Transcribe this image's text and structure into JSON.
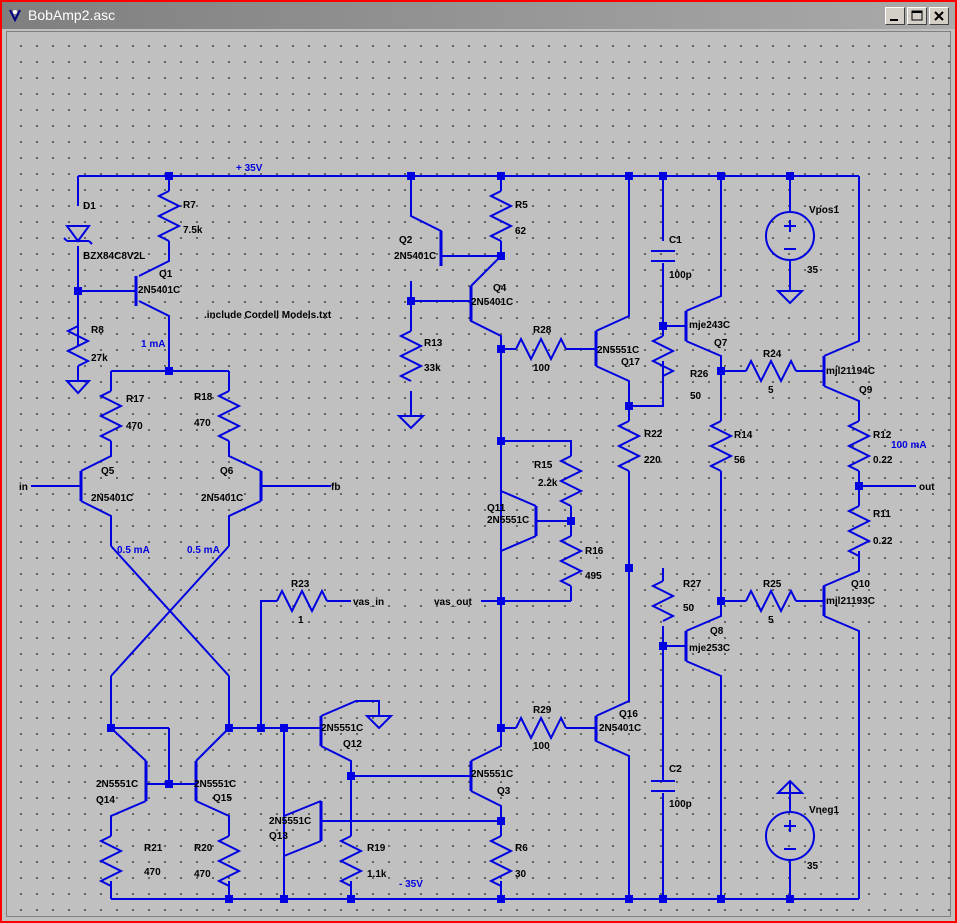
{
  "window": {
    "title": "BobAmp2.asc",
    "controls": [
      "minimize",
      "maximize",
      "close"
    ],
    "app_icon": "ltspice-icon"
  },
  "colors": {
    "wire": "#0000e0",
    "background": "#c0c0c0",
    "frame": "#ff0000"
  },
  "schematic": {
    "nets": {
      "vpos": "+ 35V",
      "vneg": "- 35V",
      "in": "in",
      "fb": "fb",
      "out": "out",
      "vas_in": "vas_in",
      "vas_out_left": "vas_out"
    },
    "directive": ".include Cordell Models.txt",
    "annotations": {
      "i1": "1 mA",
      "i2": "0.5 mA",
      "i3": "0.5 mA",
      "i4": "100 mA"
    },
    "components": {
      "D1": {
        "ref": "D1",
        "value": "BZX84C8V2L"
      },
      "Q1": {
        "ref": "Q1",
        "value": "2N5401C"
      },
      "Q2": {
        "ref": "Q2",
        "value": "2N5401C"
      },
      "Q3": {
        "ref": "Q3",
        "value": "2N5551C"
      },
      "Q4": {
        "ref": "Q4",
        "value": "2N5401C"
      },
      "Q5": {
        "ref": "Q5",
        "value": "2N5401C"
      },
      "Q6": {
        "ref": "Q6",
        "value": "2N5401C"
      },
      "Q7": {
        "ref": "Q7",
        "value": "mje243C"
      },
      "Q8": {
        "ref": "Q8",
        "value": "mje253C"
      },
      "Q9": {
        "ref": "Q9",
        "value": "mjl21194C"
      },
      "Q10": {
        "ref": "Q10",
        "value": "mjl21193C"
      },
      "Q11": {
        "ref": "Q11",
        "value": "2N5551C"
      },
      "Q12": {
        "ref": "Q12",
        "value": "2N5551C"
      },
      "Q13": {
        "ref": "Q13",
        "value": "2N5551C"
      },
      "Q14": {
        "ref": "Q14",
        "value": "2N5551C"
      },
      "Q15": {
        "ref": "Q15",
        "value": "2N5551C"
      },
      "Q16": {
        "ref": "Q16",
        "value": "2N5401C"
      },
      "Q17": {
        "ref": "Q17",
        "value": "2N5551C"
      },
      "R5": {
        "ref": "R5",
        "value": "62"
      },
      "R6": {
        "ref": "R6",
        "value": "30"
      },
      "R7": {
        "ref": "R7",
        "value": "7.5k"
      },
      "R8": {
        "ref": "R8",
        "value": "27k"
      },
      "R11": {
        "ref": "R11",
        "value": "0.22"
      },
      "R12": {
        "ref": "R12",
        "value": "0.22"
      },
      "R13": {
        "ref": "R13",
        "value": "33k"
      },
      "R14": {
        "ref": "R14",
        "value": "56"
      },
      "R15": {
        "ref": "R15",
        "value": "2.2k"
      },
      "R16": {
        "ref": "R16",
        "value": "495"
      },
      "R17": {
        "ref": "R17",
        "value": "470"
      },
      "R18": {
        "ref": "R18",
        "value": "470"
      },
      "R19": {
        "ref": "R19",
        "value": "1.1k"
      },
      "R20": {
        "ref": "R20",
        "value": "470"
      },
      "R21": {
        "ref": "R21",
        "value": "470"
      },
      "R22": {
        "ref": "R22",
        "value": "220"
      },
      "R23": {
        "ref": "R23",
        "value": "1"
      },
      "R24": {
        "ref": "R24",
        "value": "5"
      },
      "R25": {
        "ref": "R25",
        "value": "5"
      },
      "R26": {
        "ref": "R26",
        "value": "50"
      },
      "R27": {
        "ref": "R27",
        "value": "50"
      },
      "R28": {
        "ref": "R28",
        "value": "100"
      },
      "R29": {
        "ref": "R29",
        "value": "100"
      },
      "C1": {
        "ref": "C1",
        "value": "100p"
      },
      "C2": {
        "ref": "C2",
        "value": "100p"
      },
      "Vpos1": {
        "ref": "Vpos1",
        "value": "35"
      },
      "Vneg1": {
        "ref": "Vneg1",
        "value": "35"
      }
    }
  }
}
